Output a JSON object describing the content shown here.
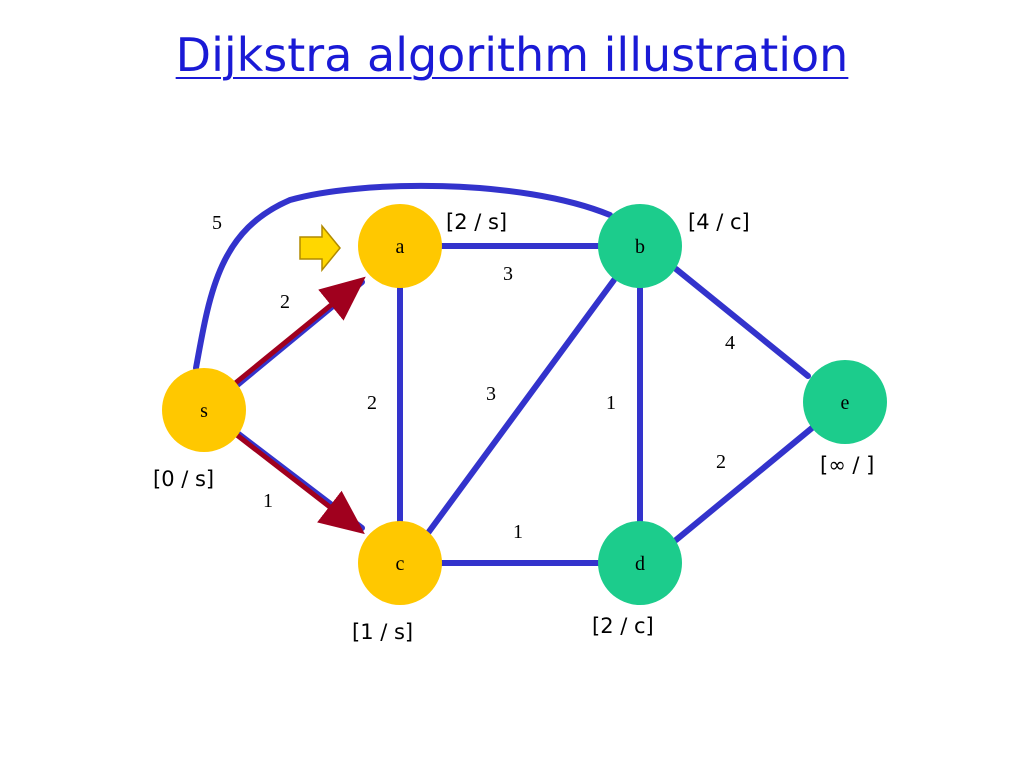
{
  "title": "Dijkstra algorithm illustration",
  "colors": {
    "edge": "#3333cc",
    "tree_edge": "#a0001e",
    "visited_node": "#ffc800",
    "unvisited_node": "#1ccc8c",
    "title": "#1a1ad6",
    "pointer_arrow": "#ffd700"
  },
  "pointer_icon": "right-arrow-icon",
  "nodes": {
    "s": {
      "label": "s",
      "annotation": "[0 / s]",
      "state": "visited"
    },
    "a": {
      "label": "a",
      "annotation": "[2 / s]",
      "state": "visited"
    },
    "b": {
      "label": "b",
      "annotation": "[4 / c]",
      "state": "unvisited"
    },
    "c": {
      "label": "c",
      "annotation": "[1 / s]",
      "state": "visited"
    },
    "d": {
      "label": "d",
      "annotation": "[2 / c]",
      "state": "unvisited"
    },
    "e": {
      "label": "e",
      "annotation": "[∞ / ]",
      "state": "unvisited"
    }
  },
  "edges": {
    "s_b": {
      "weight": "5"
    },
    "s_a": {
      "weight": "2",
      "tree": true
    },
    "s_c": {
      "weight": "1",
      "tree": true
    },
    "a_b": {
      "weight": "3"
    },
    "a_c": {
      "weight": "2"
    },
    "c_b": {
      "weight": "3"
    },
    "b_d": {
      "weight": "1"
    },
    "b_e": {
      "weight": "4"
    },
    "c_d": {
      "weight": "1"
    },
    "d_e": {
      "weight": "2"
    }
  }
}
